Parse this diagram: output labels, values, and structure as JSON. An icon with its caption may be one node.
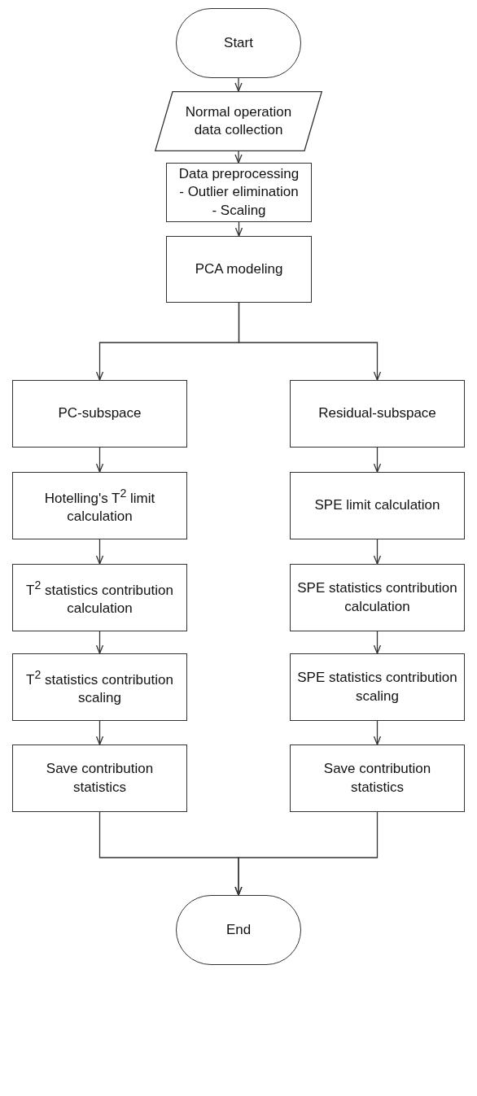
{
  "diagram": {
    "nodes": [
      {
        "text": [
          "Start"
        ]
      },
      {
        "text": [
          "Normal operation data collection"
        ]
      },
      {
        "text": [
          "Data preprocessing",
          "- Outlier elimination",
          "- Scaling"
        ]
      },
      {
        "text": [
          "PCA modeling"
        ]
      },
      {
        "text": [
          "PC-subspace"
        ]
      },
      {
        "text": [
          "Hotelling's T$^{2}$ limit calculation"
        ]
      },
      {
        "text": [
          "T$^{2}$ statistics contribution calculation"
        ]
      },
      {
        "text": [
          "T$^{2}$ statistics contribution scaling"
        ]
      },
      {
        "text": [
          "Save contribution statistics"
        ]
      },
      {
        "text": [
          "Residual-subspace"
        ]
      },
      {
        "text": [
          "SPE limit calculation"
        ]
      },
      {
        "text": [
          "SPE statistics contribution calculation"
        ]
      },
      {
        "text": [
          "SPE statistics contribution scaling"
        ]
      },
      {
        "text": [
          "Save contribution statistics"
        ]
      },
      {
        "text": [
          "End"
        ]
      }
    ],
    "edges": [
      {
        "from": 0,
        "to": 1,
        "arrow": "to"
      },
      {
        "from": 1,
        "to": 2,
        "arrow": "to"
      },
      {
        "from": 2,
        "to": 3,
        "arrow": "to"
      },
      {
        "from": 3,
        "to": 4,
        "arrow": "to"
      },
      {
        "from": 3,
        "to": 9,
        "arrow": "to"
      },
      {
        "from": 4,
        "to": 5,
        "arrow": "to"
      },
      {
        "from": 5,
        "to": 6,
        "arrow": "to"
      },
      {
        "from": 6,
        "to": 7,
        "arrow": "to"
      },
      {
        "from": 7,
        "to": 8,
        "arrow": "to"
      },
      {
        "from": 9,
        "to": 10,
        "arrow": "to"
      },
      {
        "from": 10,
        "to": 11,
        "arrow": "to"
      },
      {
        "from": 11,
        "to": 12,
        "arrow": "to"
      },
      {
        "from": 12,
        "to": 13,
        "arrow": "to"
      },
      {
        "from": 8,
        "to": 14,
        "arrow": "to"
      },
      {
        "from": 13,
        "to": 14,
        "arrow": "to"
      }
    ]
  }
}
